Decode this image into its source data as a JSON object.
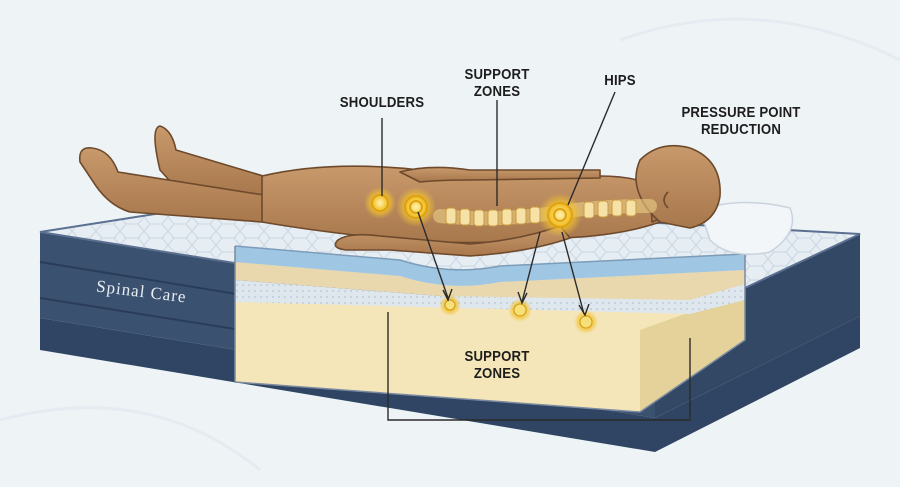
{
  "labels": {
    "shoulders": "SHOULDERS",
    "support_zones_top_line1": "SUPPORT",
    "support_zones_top_line2": "ZONES",
    "hips": "HIPS",
    "pressure_point_line1": "PRESSURE POINT",
    "pressure_point_line2": "REDUCTION",
    "support_zones_bottom_line1": "SUPPORT",
    "support_zones_bottom_line2": "ZONES"
  },
  "brand": "Spinal Care",
  "colors": {
    "background": "#eef3f6",
    "mattress_border": "#3b5170",
    "mattress_top": "#e6edf3",
    "foam_core": "#f4e6b8",
    "skin": "#b98a5e",
    "spine": "#f1d58a",
    "pressure_glow": "#f2c230",
    "label_text": "#1d1d1d"
  }
}
